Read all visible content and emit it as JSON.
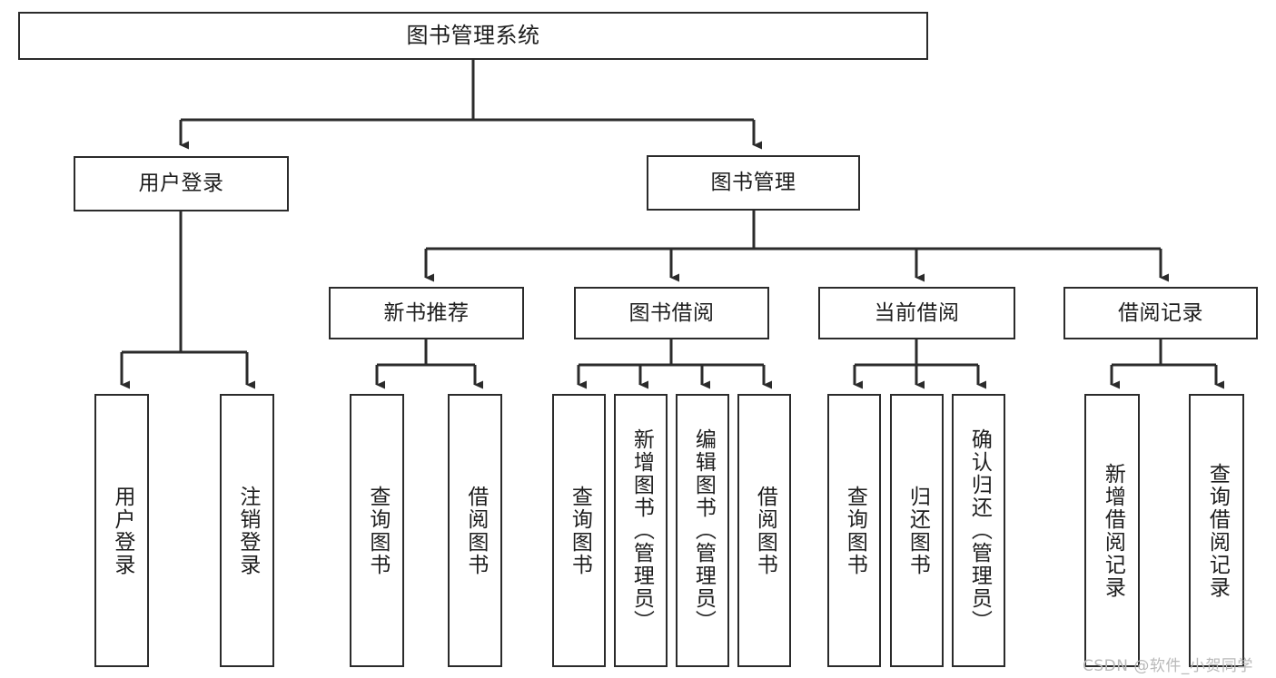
{
  "diagram": {
    "title": "图书管理系统",
    "type": "hierarchy-tree",
    "colors": {
      "stroke": "#2b2b2b",
      "fill": "#ffffff",
      "text": "#1d1d1d",
      "watermark": "#b9b9b9"
    },
    "nodes": {
      "root": {
        "label": "图书管理系统"
      },
      "level1": [
        {
          "id": "user-login",
          "label": "用户登录"
        },
        {
          "id": "book-management",
          "label": "图书管理"
        }
      ],
      "level2": [
        {
          "id": "new-book-recommend",
          "label": "新书推荐"
        },
        {
          "id": "book-borrow",
          "label": "图书借阅"
        },
        {
          "id": "current-borrow",
          "label": "当前借阅"
        },
        {
          "id": "borrow-record",
          "label": "借阅记录"
        }
      ],
      "leaves": {
        "user-login": [
          {
            "id": "leaf-user-login",
            "label": "用户登录"
          },
          {
            "id": "leaf-logout",
            "label": "注销登录"
          }
        ],
        "new-book-recommend": [
          {
            "id": "leaf-query-book-1",
            "label": "查询图书"
          },
          {
            "id": "leaf-borrow-book-1",
            "label": "借阅图书"
          }
        ],
        "book-borrow": [
          {
            "id": "leaf-query-book-2",
            "label": "查询图书"
          },
          {
            "id": "leaf-add-book",
            "label": "新增图书（管理员）"
          },
          {
            "id": "leaf-edit-book",
            "label": "编辑图书（管理员）"
          },
          {
            "id": "leaf-borrow-book-2",
            "label": "借阅图书"
          }
        ],
        "current-borrow": [
          {
            "id": "leaf-query-book-3",
            "label": "查询图书"
          },
          {
            "id": "leaf-return-book",
            "label": "归还图书"
          },
          {
            "id": "leaf-confirm-return",
            "label": "确认归还（管理员）"
          }
        ],
        "borrow-record": [
          {
            "id": "leaf-add-record",
            "label": "新增借阅记录"
          },
          {
            "id": "leaf-query-record",
            "label": "查询借阅记录"
          }
        ]
      }
    },
    "watermark": "CSDN @软件_小贺同学"
  }
}
